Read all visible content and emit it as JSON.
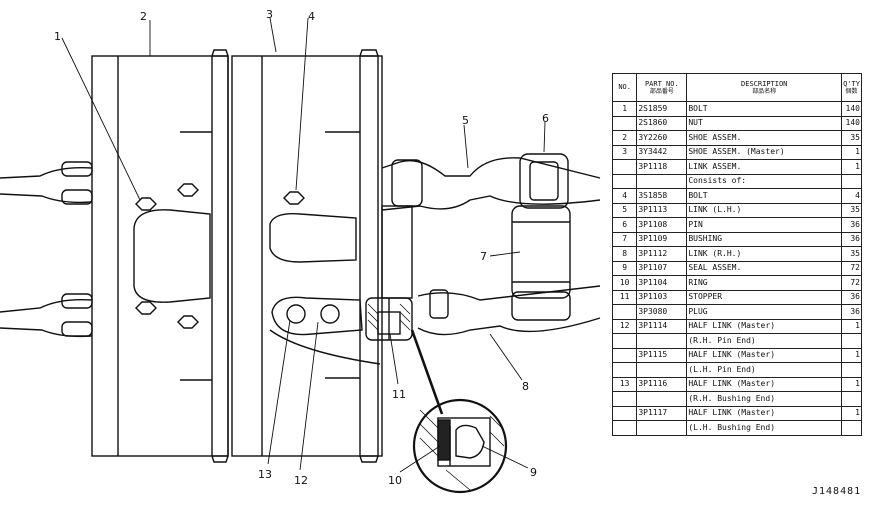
{
  "callouts": [
    "1",
    "2",
    "3",
    "4",
    "5",
    "6",
    "7",
    "8",
    "9",
    "10",
    "11",
    "12",
    "13"
  ],
  "table": {
    "headers": {
      "no": "NO.",
      "part_no": "PART NO.",
      "part_no_sub": "部品番号",
      "description": "DESCRIPTION",
      "description_sub": "部品名称",
      "qty": "Q'TY",
      "qty_sub": "個数"
    },
    "rows": [
      {
        "no": "1",
        "part_no": "2S1859",
        "description": "BOLT",
        "qty": "140"
      },
      {
        "no": "",
        "part_no": "2S1860",
        "description": "NUT",
        "qty": "140"
      },
      {
        "no": "2",
        "part_no": "3Y2260",
        "description": "SHOE  ASSEM.",
        "qty": "35"
      },
      {
        "no": "3",
        "part_no": "3Y3442",
        "description": "SHOE  ASSEM. (Master)",
        "qty": "1"
      },
      {
        "no": "",
        "part_no": "3P1118",
        "description": "LINK  ASSEM.",
        "qty": "1"
      },
      {
        "no": "",
        "part_no": "",
        "description": "Consists of:",
        "qty": ""
      },
      {
        "no": "4",
        "part_no": "3S1858",
        "description": "BOLT",
        "qty": "4"
      },
      {
        "no": "5",
        "part_no": "3P1113",
        "description": "LINK (L.H.)",
        "qty": "35"
      },
      {
        "no": "6",
        "part_no": "3P1108",
        "description": "PIN",
        "qty": "36"
      },
      {
        "no": "7",
        "part_no": "3P1109",
        "description": "BUSHING",
        "qty": "36"
      },
      {
        "no": "8",
        "part_no": "3P1112",
        "description": "LINK (R.H.)",
        "qty": "35"
      },
      {
        "no": "9",
        "part_no": "3P1107",
        "description": "SEAL  ASSEM.",
        "qty": "72"
      },
      {
        "no": "10",
        "part_no": "3P1104",
        "description": "RING",
        "qty": "72"
      },
      {
        "no": "11",
        "part_no": "3P1103",
        "description": "STOPPER",
        "qty": "36"
      },
      {
        "no": "",
        "part_no": "3P3080",
        "description": "PLUG",
        "qty": "36"
      },
      {
        "no": "12",
        "part_no": "3P1114",
        "description": "HALF  LINK (Master)",
        "qty": "1"
      },
      {
        "no": "",
        "part_no": "",
        "description": "(R.H. Pin End)",
        "qty": ""
      },
      {
        "no": "",
        "part_no": "3P1115",
        "description": "HALF  LINK (Master)",
        "qty": "1"
      },
      {
        "no": "",
        "part_no": "",
        "description": "(L.H. Pin End)",
        "qty": ""
      },
      {
        "no": "13",
        "part_no": "3P1116",
        "description": "HALF  LINK (Master)",
        "qty": "1"
      },
      {
        "no": "",
        "part_no": "",
        "description": "(R.H. Bushing End)",
        "qty": ""
      },
      {
        "no": "",
        "part_no": "3P1117",
        "description": "HALF  LINK (Master)",
        "qty": "1"
      },
      {
        "no": "",
        "part_no": "",
        "description": "(L.H. Bushing End)",
        "qty": ""
      }
    ]
  },
  "drawing_code": "J148481"
}
